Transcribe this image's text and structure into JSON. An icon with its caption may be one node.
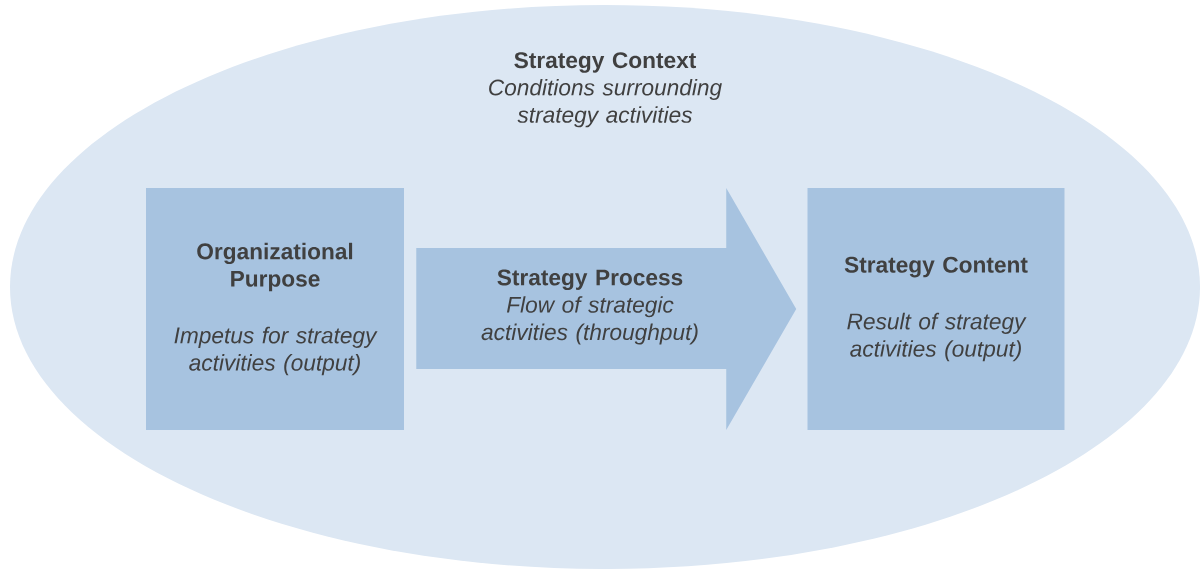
{
  "diagram": {
    "nodes": [
      {
        "text": [
          "Strategy Context",
          "Conditions surrounding strategy activities"
        ]
      },
      {
        "text": [
          "Organizational Purpose",
          "Impetus for strategy activities (output)"
        ],
        "in": 0
      },
      {
        "text": [
          "Strategy Process",
          "Flow of strategic activities (throughput)"
        ],
        "in": 0
      },
      {
        "text": [
          "Strategy Content",
          "Result of strategy activities (output)"
        ],
        "in": 0
      }
    ],
    "edges": [
      {
        "from": 1,
        "to": 3,
        "arrow": "to"
      }
    ]
  }
}
